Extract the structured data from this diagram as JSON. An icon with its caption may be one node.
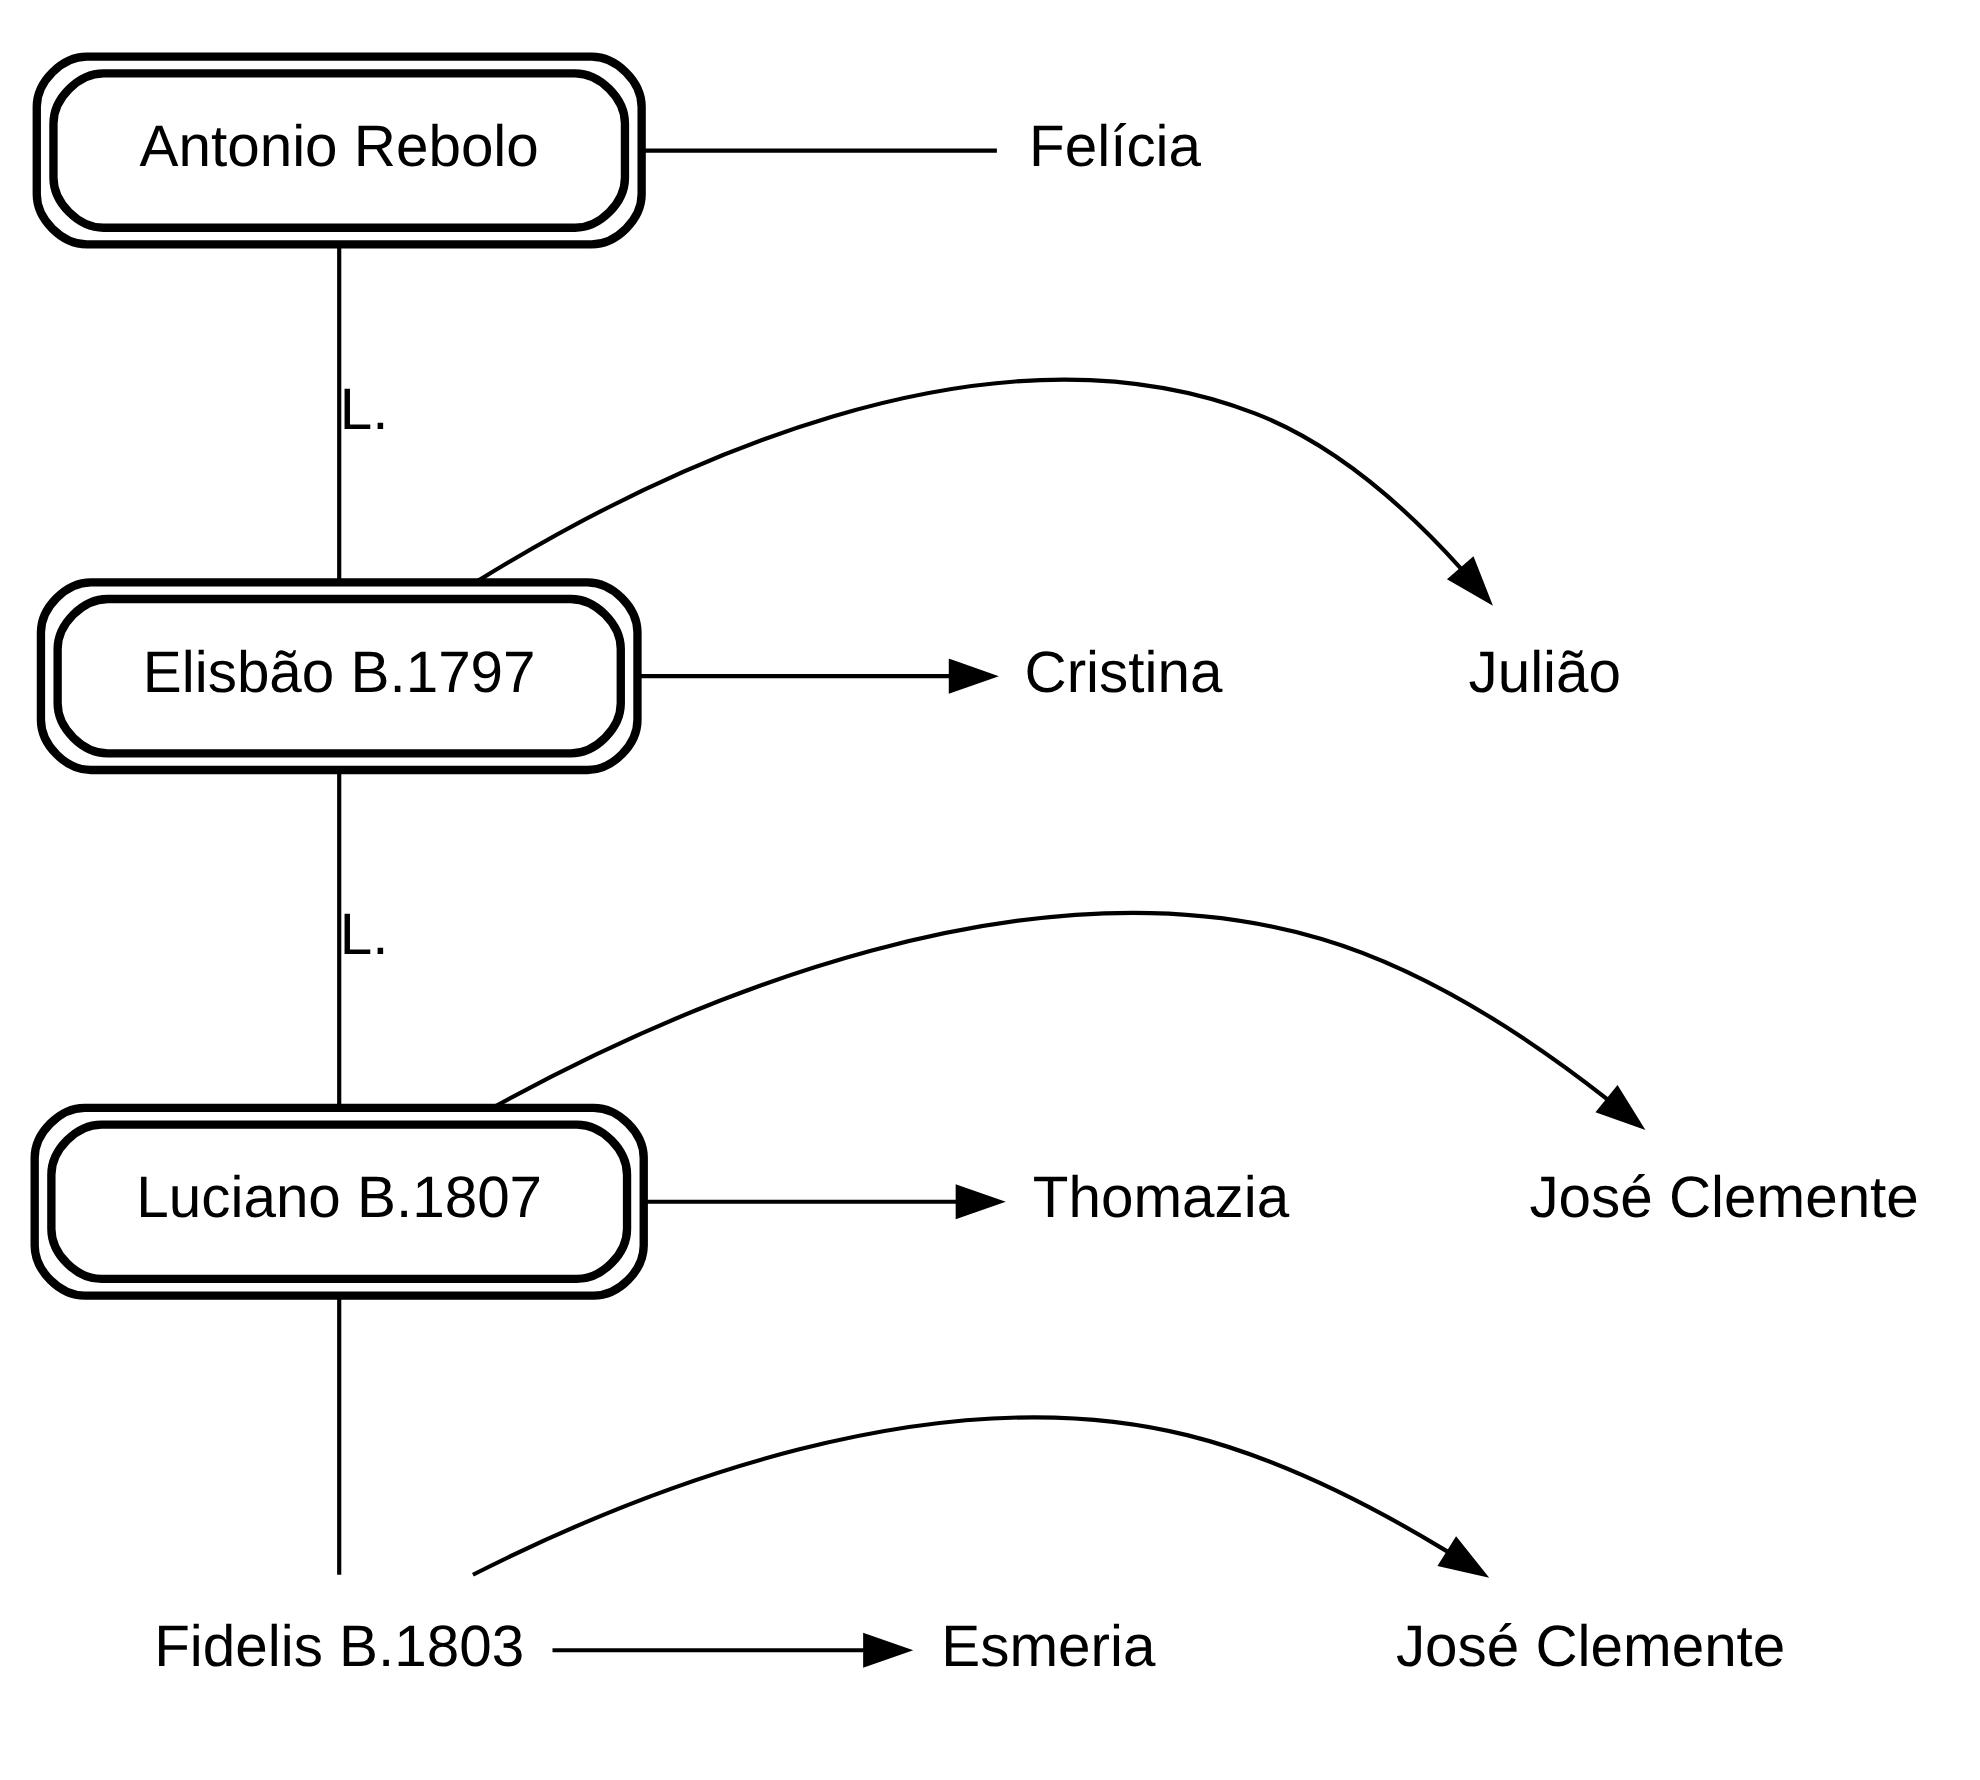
{
  "diagram": {
    "nodes": [
      {
        "text": [
          "Antonio Rebolo"
        ]
      },
      {
        "text": [
          "Felícia"
        ]
      },
      {
        "text": [
          "Elisbão B.1797"
        ]
      },
      {
        "text": [
          "Julião"
        ]
      },
      {
        "text": [
          "Cristina"
        ]
      },
      {
        "text": [
          "Luciano B.1807"
        ]
      },
      {
        "text": [
          "José Clemente"
        ]
      },
      {
        "text": [
          "Thomazia"
        ]
      },
      {
        "text": [
          "Fidelis B.1803"
        ]
      },
      {
        "text": [
          "José Clemente"
        ]
      },
      {
        "text": [
          "Esmeria"
        ]
      }
    ],
    "edges": [
      {
        "from": 0,
        "to": 1,
        "arrow": "none"
      },
      {
        "from": 0,
        "to": 2,
        "arrow": "none",
        "label": "L."
      },
      {
        "from": 2,
        "to": 3,
        "arrow": "to"
      },
      {
        "from": 2,
        "to": 4,
        "arrow": "to"
      },
      {
        "from": 2,
        "to": 5,
        "arrow": "none",
        "label": "L."
      },
      {
        "from": 5,
        "to": 6,
        "arrow": "to"
      },
      {
        "from": 5,
        "to": 7,
        "arrow": "to"
      },
      {
        "from": 5,
        "to": 8,
        "arrow": "none"
      },
      {
        "from": 8,
        "to": 9,
        "arrow": "to"
      },
      {
        "from": 8,
        "to": 10,
        "arrow": "to"
      }
    ]
  }
}
